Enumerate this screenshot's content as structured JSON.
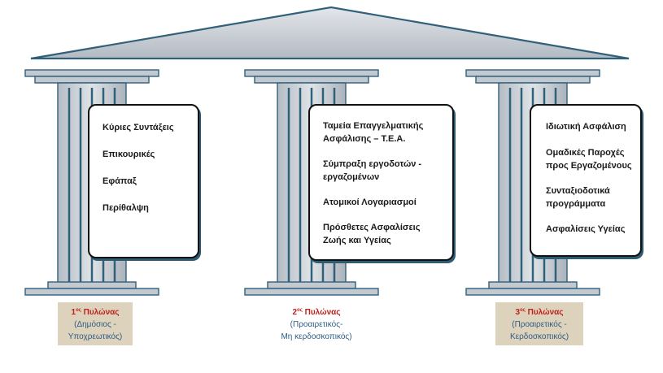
{
  "pillars": [
    {
      "items": [
        "Κύριες Συντάξεις",
        "Επικουρικές",
        "Εφάπαξ",
        "Περίθαλψη"
      ],
      "label": {
        "num": "1",
        "sup": "ος",
        "title": "Πυλώνας",
        "line1": "(Δημόσιος -",
        "line2": "Υποχρεωτικός)"
      }
    },
    {
      "items": [
        "Ταμεία Επαγγελματικής Ασφάλισης – Τ.Ε.Α.",
        "Σύμπραξη εργοδοτών - εργαζομένων",
        "Ατομικοί Λογαριασμοί",
        "Πρόσθετες Ασφαλίσεις Ζωής και Υγείας"
      ],
      "label": {
        "num": "2",
        "sup": "ος",
        "title": "Πυλώνας",
        "line1": "(Προαιρετικός-",
        "line2": "Μη κερδοσκοπικός)"
      }
    },
    {
      "items": [
        "Ιδιωτική Ασφάλιση",
        "Ομαδικές Παροχές προς Εργαζομένους",
        "Συνταξιοδοτικά προγράμματα",
        "Ασφαλίσεις Υγείας"
      ],
      "label": {
        "num": "3",
        "sup": "ος",
        "title": "Πυλώνας",
        "line1": "(Προαιρετικός -",
        "line2": "Κερδοσκοπικός)"
      }
    }
  ]
}
